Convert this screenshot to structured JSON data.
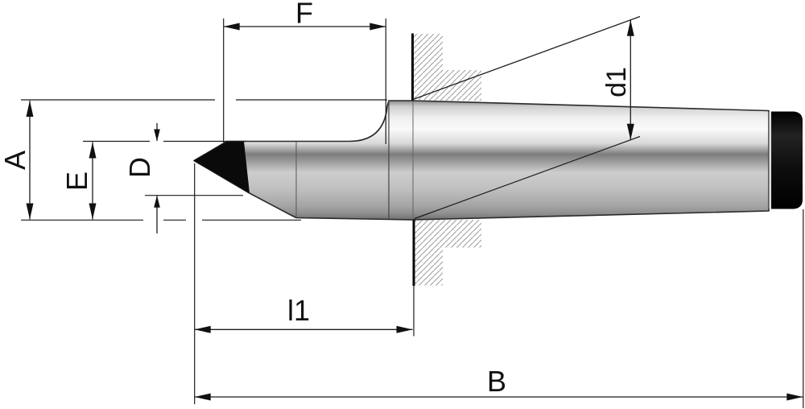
{
  "drawing": {
    "labels": {
      "F": "F",
      "d1": "d1",
      "A": "A",
      "E": "E",
      "D": "D",
      "l1": "l1",
      "B": "B"
    },
    "colors": {
      "line": "#1c1c1c",
      "steel_highlight": "#fafafa",
      "steel_shadow": "#7d7d7d",
      "carbide_tip": "#0a0a0a",
      "tang_cap": "#131313",
      "hatch": "#9f9f9f",
      "background": "#ffffff"
    }
  }
}
